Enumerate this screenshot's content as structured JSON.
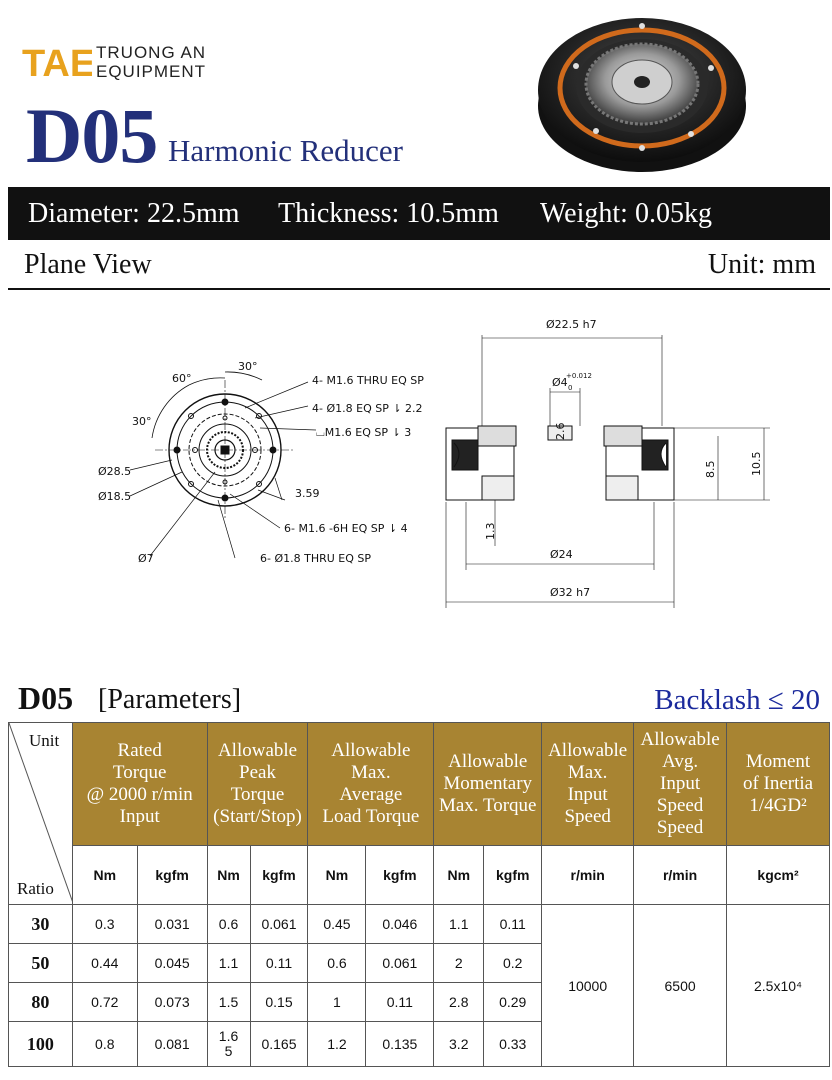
{
  "brand": {
    "line1": "TRUONG AN",
    "line2": "EQUIPMENT",
    "mark_text": "TAE",
    "color": "#e8a21e"
  },
  "header": {
    "model": "D05",
    "subtitle": "Harmonic Reducer",
    "accent": "#23307a"
  },
  "specs": {
    "diameter": "Diameter: 22.5mm",
    "thickness": "Thickness: 10.5mm",
    "weight": "Weight: 0.05kg"
  },
  "plane": {
    "title": "Plane View",
    "unit": "Unit: mm"
  },
  "drawing": {
    "front": {
      "angle_60": "60°",
      "angle_30_top": "30°",
      "angle_30_left": "30°",
      "d28": "Ø28.5",
      "d18": "Ø18.5",
      "d7": "Ø7",
      "dim_359": "3.59",
      "note1": "4- M1.6 THRU EQ SP",
      "note2": "4- Ø1.8 EQ SP ⇂ 2.2",
      "note3": "⌴M1.6 EQ SP ⇂ 3",
      "note4": "6- M1.6 -6H EQ SP ⇂ 4",
      "note5": "6- Ø1.8 THRU EQ SP"
    },
    "side": {
      "d225": "Ø22.5 h7",
      "d4": "Ø4",
      "d4_tol": "+0.012",
      "d4_tol2": "0",
      "dim26": "2.6",
      "dim85": "8.5",
      "dim105": "10.5",
      "dim13": "1.3",
      "d24": "Ø24",
      "d32": "Ø32 h7"
    }
  },
  "params": {
    "title": "D05",
    "subtitle": "[Parameters]",
    "backlash": "Backlash ≤ 20",
    "corner_unit": "Unit",
    "corner_ratio": "Ratio",
    "headers": {
      "rated": [
        "Rated",
        "Torque",
        "@ 2000 r/min",
        "Input"
      ],
      "peak": [
        "Allowable",
        "Peak",
        "Torque",
        "(Start/Stop)"
      ],
      "avg": [
        "Allowable",
        "Max.",
        "Average",
        "Load Torque"
      ],
      "mom": [
        "Allowable",
        "Momentary",
        "Max. Torque"
      ],
      "maxin": [
        "Allowable",
        "Max.",
        "Input",
        "Speed"
      ],
      "avgin": [
        "Allowable",
        "Avg.",
        "Input",
        "Speed",
        "Speed"
      ],
      "inertia": [
        "Moment",
        "of Inertia",
        "1/4GD²"
      ]
    },
    "units": [
      "Nm",
      "kgfm",
      "Nm",
      "kgfm",
      "Nm",
      "kgfm",
      "Nm",
      "kgfm",
      "r/min",
      "r/min",
      "kgcm²"
    ],
    "rows": [
      {
        "ratio": "30",
        "v": [
          "0.3",
          "0.031",
          "0.6",
          "0.061",
          "0.45",
          "0.046",
          "1.1",
          "0.11"
        ]
      },
      {
        "ratio": "50",
        "v": [
          "0.44",
          "0.045",
          "1.1",
          "0.11",
          "0.6",
          "0.061",
          "2",
          "0.2"
        ]
      },
      {
        "ratio": "80",
        "v": [
          "0.72",
          "0.073",
          "1.5",
          "0.15",
          "1",
          "0.11",
          "2.8",
          "0.29"
        ]
      },
      {
        "ratio": "100",
        "v": [
          "0.8",
          "0.081",
          "1.6\n5",
          "0.165",
          "1.2",
          "0.135",
          "3.2",
          "0.33"
        ]
      }
    ],
    "max_input_speed": "10000",
    "avg_input_speed": "6500",
    "inertia": "2.5x10⁴",
    "header_color": "#a88432"
  }
}
